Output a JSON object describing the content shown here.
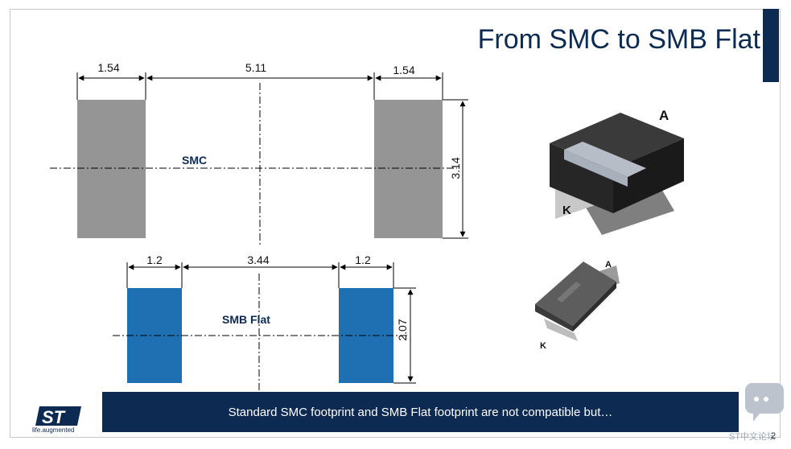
{
  "slide": {
    "title": "From SMC to SMB Flat",
    "footer_text": "Standard SMC footprint and SMB Flat footprint are not compatible but…",
    "page_number": "2",
    "logo_tagline": "life.augmented",
    "watermark_text": "ST中文论坛"
  },
  "smc": {
    "label": "SMC",
    "pad_width": "1.54",
    "gap": "5.11",
    "pad_width_right": "1.54",
    "pad_height": "3.14",
    "pad_color": "#959595"
  },
  "smb_flat": {
    "label": "SMB Flat",
    "pad_width": "1.2",
    "gap": "3.44",
    "pad_width_right": "1.2",
    "pad_height": "2.07",
    "pad_color": "#1f6fb3"
  },
  "packages": {
    "smc_anode": "A",
    "smc_cathode": "K",
    "smb_anode": "A",
    "smb_cathode": "K"
  },
  "colors": {
    "brand_navy": "#0d2a52"
  }
}
